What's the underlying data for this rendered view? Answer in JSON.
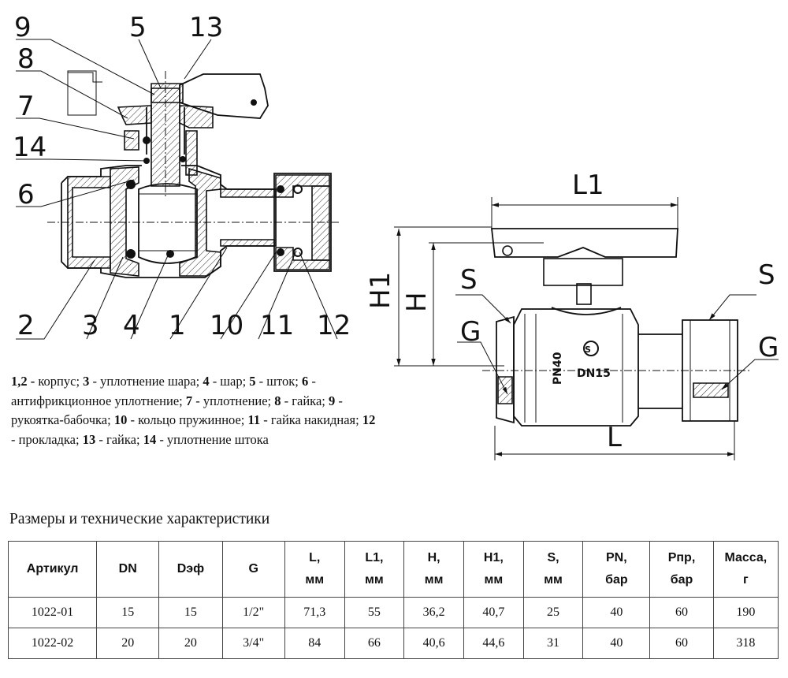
{
  "callouts": [
    "9",
    "5",
    "13",
    "8",
    "7",
    "14",
    "6",
    "2",
    "3",
    "4",
    "1",
    "10",
    "11",
    "12"
  ],
  "dims": {
    "L1": "L1",
    "H1": "H1",
    "H": "H",
    "S_left": "S",
    "S_right": "S",
    "G_left": "G",
    "G_right": "G",
    "L": "L"
  },
  "valve_marks": {
    "pn": "PN40",
    "dn": "DN15"
  },
  "legend": [
    {
      "num": "1,2 -",
      "text": " корпус; "
    },
    {
      "num": "3",
      "text": " - уплотнение шара; "
    },
    {
      "num": "4",
      "text": " - шар; "
    },
    {
      "num": "5",
      "text": " - шток; "
    },
    {
      "num": "6",
      "text": " - антифрикционное уплотнение; "
    },
    {
      "num": "7",
      "text": " - уплотнение; "
    },
    {
      "num": "8",
      "text": " - гайка; "
    },
    {
      "num": "9",
      "text": " - рукоятка-бабочка; "
    },
    {
      "num": "10",
      "text": " - кольцо пружинное; "
    },
    {
      "num": "11",
      "text": " - гайка накидная; "
    },
    {
      "num": "12",
      "text": " - прокладка; "
    },
    {
      "num": "13",
      "text": " - гайка; "
    },
    {
      "num": "14",
      "text": " - уплотнение штока"
    }
  ],
  "section_title": "Размеры и технические характеристики",
  "table": {
    "headers": [
      [
        "Артикул"
      ],
      [
        "DN"
      ],
      [
        "Dэф"
      ],
      [
        "G"
      ],
      [
        "L,",
        "мм"
      ],
      [
        "L1,",
        "мм"
      ],
      [
        "H,",
        "мм"
      ],
      [
        "H1,",
        "мм"
      ],
      [
        "S,",
        "мм"
      ],
      [
        "PN,",
        "бар"
      ],
      [
        "Pпр,",
        "бар"
      ],
      [
        "Масса,",
        "г"
      ]
    ],
    "rows": [
      [
        "1022-01",
        "15",
        "15",
        "1/2\"",
        "71,3",
        "55",
        "36,2",
        "40,7",
        "25",
        "40",
        "60",
        "190"
      ],
      [
        "1022-02",
        "20",
        "20",
        "3/4\"",
        "84",
        "66",
        "40,6",
        "44,6",
        "31",
        "40",
        "60",
        "318"
      ]
    ]
  }
}
